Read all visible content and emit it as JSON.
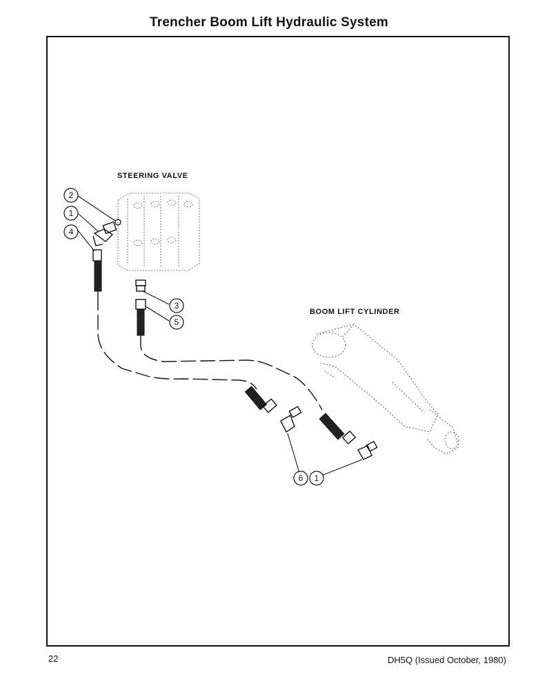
{
  "title": "Trencher Boom Lift Hydraulic System",
  "labels": {
    "steering_valve": "STEERING VALVE",
    "boom_lift_cylinder": "BOOM LIFT CYLINDER"
  },
  "callouts": [
    "2",
    "1",
    "4",
    "3",
    "5",
    "6",
    "1"
  ],
  "footer": {
    "page_number": "22",
    "doc_id": "DH5Q (Issued October, 1980)"
  }
}
